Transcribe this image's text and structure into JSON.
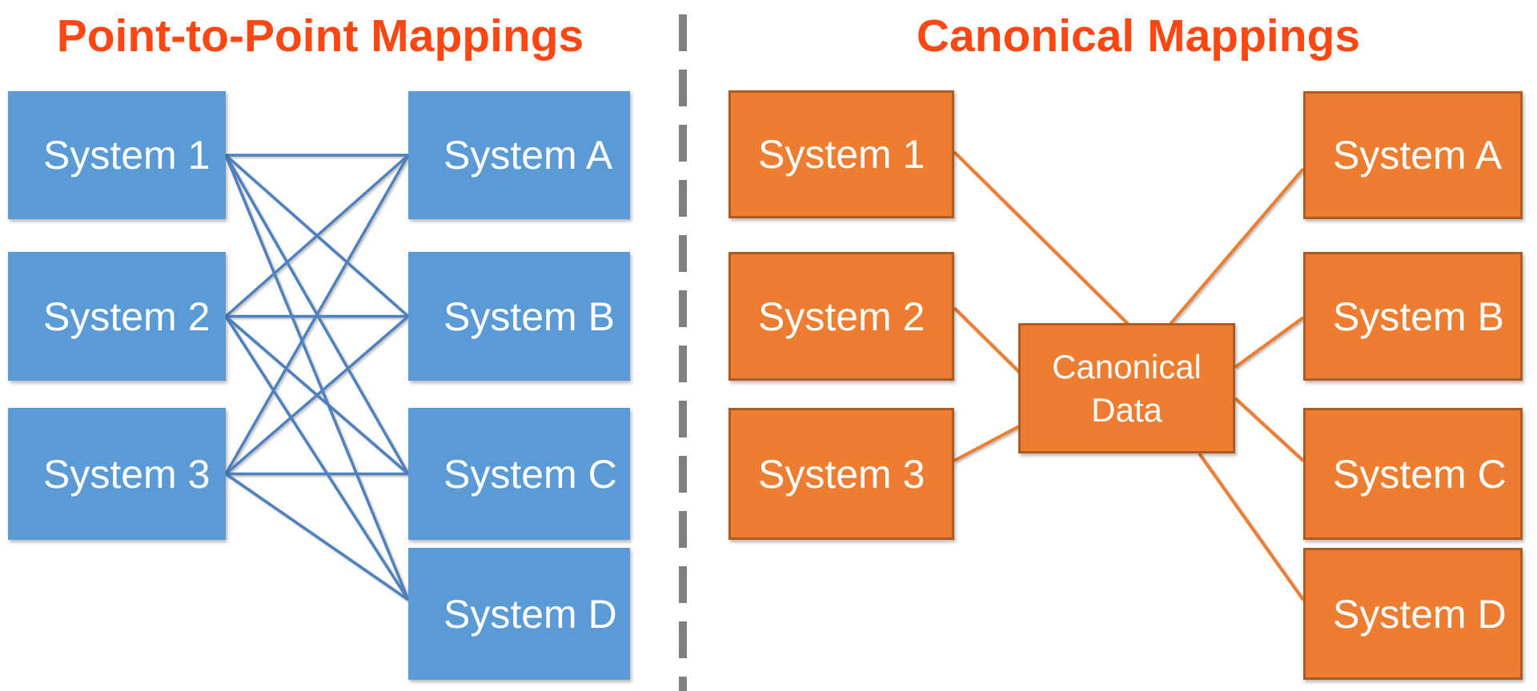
{
  "theme": {
    "title": "#FF4713",
    "blue": "#5B9BD5",
    "blueLine": "#4E81BD",
    "orange": "#ED7D31",
    "orangeLine": "#ED7D31",
    "orangeBorder": "#AE5A21",
    "gray": "#7F7F7F",
    "boxText": "#FFFFFF"
  },
  "left_panel": {
    "title": "Point-to-Point Mappings",
    "sources": [
      {
        "id": "l1",
        "label": "System 1"
      },
      {
        "id": "l2",
        "label": "System 2"
      },
      {
        "id": "l3",
        "label": "System 3"
      }
    ],
    "targets": [
      {
        "id": "la",
        "label": "System A"
      },
      {
        "id": "lb",
        "label": "System B"
      },
      {
        "id": "lc",
        "label": "System C"
      },
      {
        "id": "ld",
        "label": "System D"
      }
    ],
    "connections": [
      [
        "l1",
        "la"
      ],
      [
        "l1",
        "lb"
      ],
      [
        "l1",
        "lc"
      ],
      [
        "l1",
        "ld"
      ],
      [
        "l2",
        "la"
      ],
      [
        "l2",
        "lb"
      ],
      [
        "l2",
        "lc"
      ],
      [
        "l2",
        "ld"
      ],
      [
        "l3",
        "la"
      ],
      [
        "l3",
        "lb"
      ],
      [
        "l3",
        "lc"
      ],
      [
        "l3",
        "ld"
      ]
    ]
  },
  "right_panel": {
    "title": "Canonical Mappings",
    "sources": [
      {
        "id": "r1",
        "label": "System 1"
      },
      {
        "id": "r2",
        "label": "System 2"
      },
      {
        "id": "r3",
        "label": "System 3"
      }
    ],
    "hub": {
      "id": "hub",
      "label": "Canonical Data"
    },
    "targets": [
      {
        "id": "ra",
        "label": "System A"
      },
      {
        "id": "rb",
        "label": "System B"
      },
      {
        "id": "rc",
        "label": "System C"
      },
      {
        "id": "rd",
        "label": "System D"
      }
    ],
    "connections": [
      [
        "r1",
        "hub"
      ],
      [
        "r2",
        "hub"
      ],
      [
        "r3",
        "hub"
      ],
      [
        "hub",
        "ra"
      ],
      [
        "hub",
        "rb"
      ],
      [
        "hub",
        "rc"
      ],
      [
        "hub",
        "rd"
      ]
    ]
  }
}
